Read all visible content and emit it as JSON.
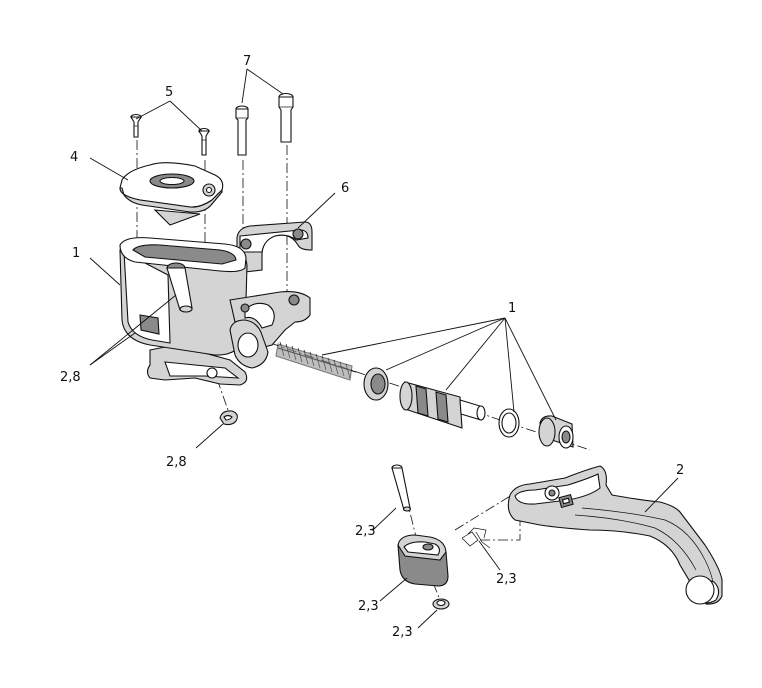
{
  "callouts": {
    "c1_reservoir": "1",
    "c1_internals": "1",
    "c2_lever": "2",
    "c28_pin": "2,8",
    "c28_clip": "2,8",
    "c23_pin": "2,3",
    "c23_block": "2,3",
    "c23_clip": "2,3",
    "c23_spring": "2,3",
    "c4_cover": "4",
    "c5_screws": "5",
    "c6_clamp": "6",
    "c7_bolts": "7"
  }
}
